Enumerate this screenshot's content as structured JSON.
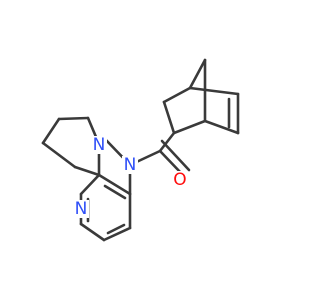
{
  "molecule": {
    "atoms": {
      "n_amide": {
        "symbol": "N",
        "color": "#3050f8"
      },
      "o_carbonyl": {
        "symbol": "O",
        "color": "#ff0d0d"
      },
      "n_pyrrolidine": {
        "symbol": "N",
        "color": "#3050f8"
      },
      "n_pyridine": {
        "symbol": "N",
        "color": "#3050f8"
      }
    },
    "bond_color": "#3a3a3a"
  }
}
